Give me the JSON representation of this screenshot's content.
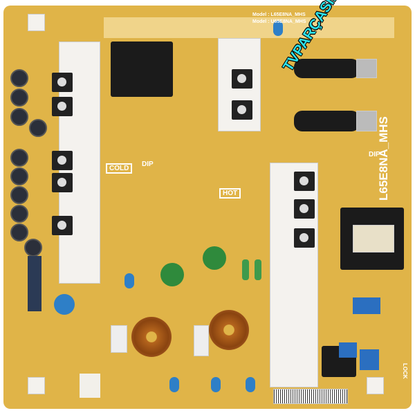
{
  "board": {
    "model_line_1": "Model : L65E8NA_MHS",
    "model_line_2": "Model : U65E8NA_MHS",
    "board_name": "L65E8NA_MHS",
    "cold_label": "COLD",
    "hot_label": "HOT",
    "dip_label_left": "DIP",
    "dip_label_right": "DIP",
    "lock_label": "LOCK"
  },
  "watermark": "TVPARÇASIBURADA",
  "colors": {
    "pcb": "#e0b448",
    "heatsink": "#f4f2ee",
    "watermark": "#2de0e8"
  }
}
